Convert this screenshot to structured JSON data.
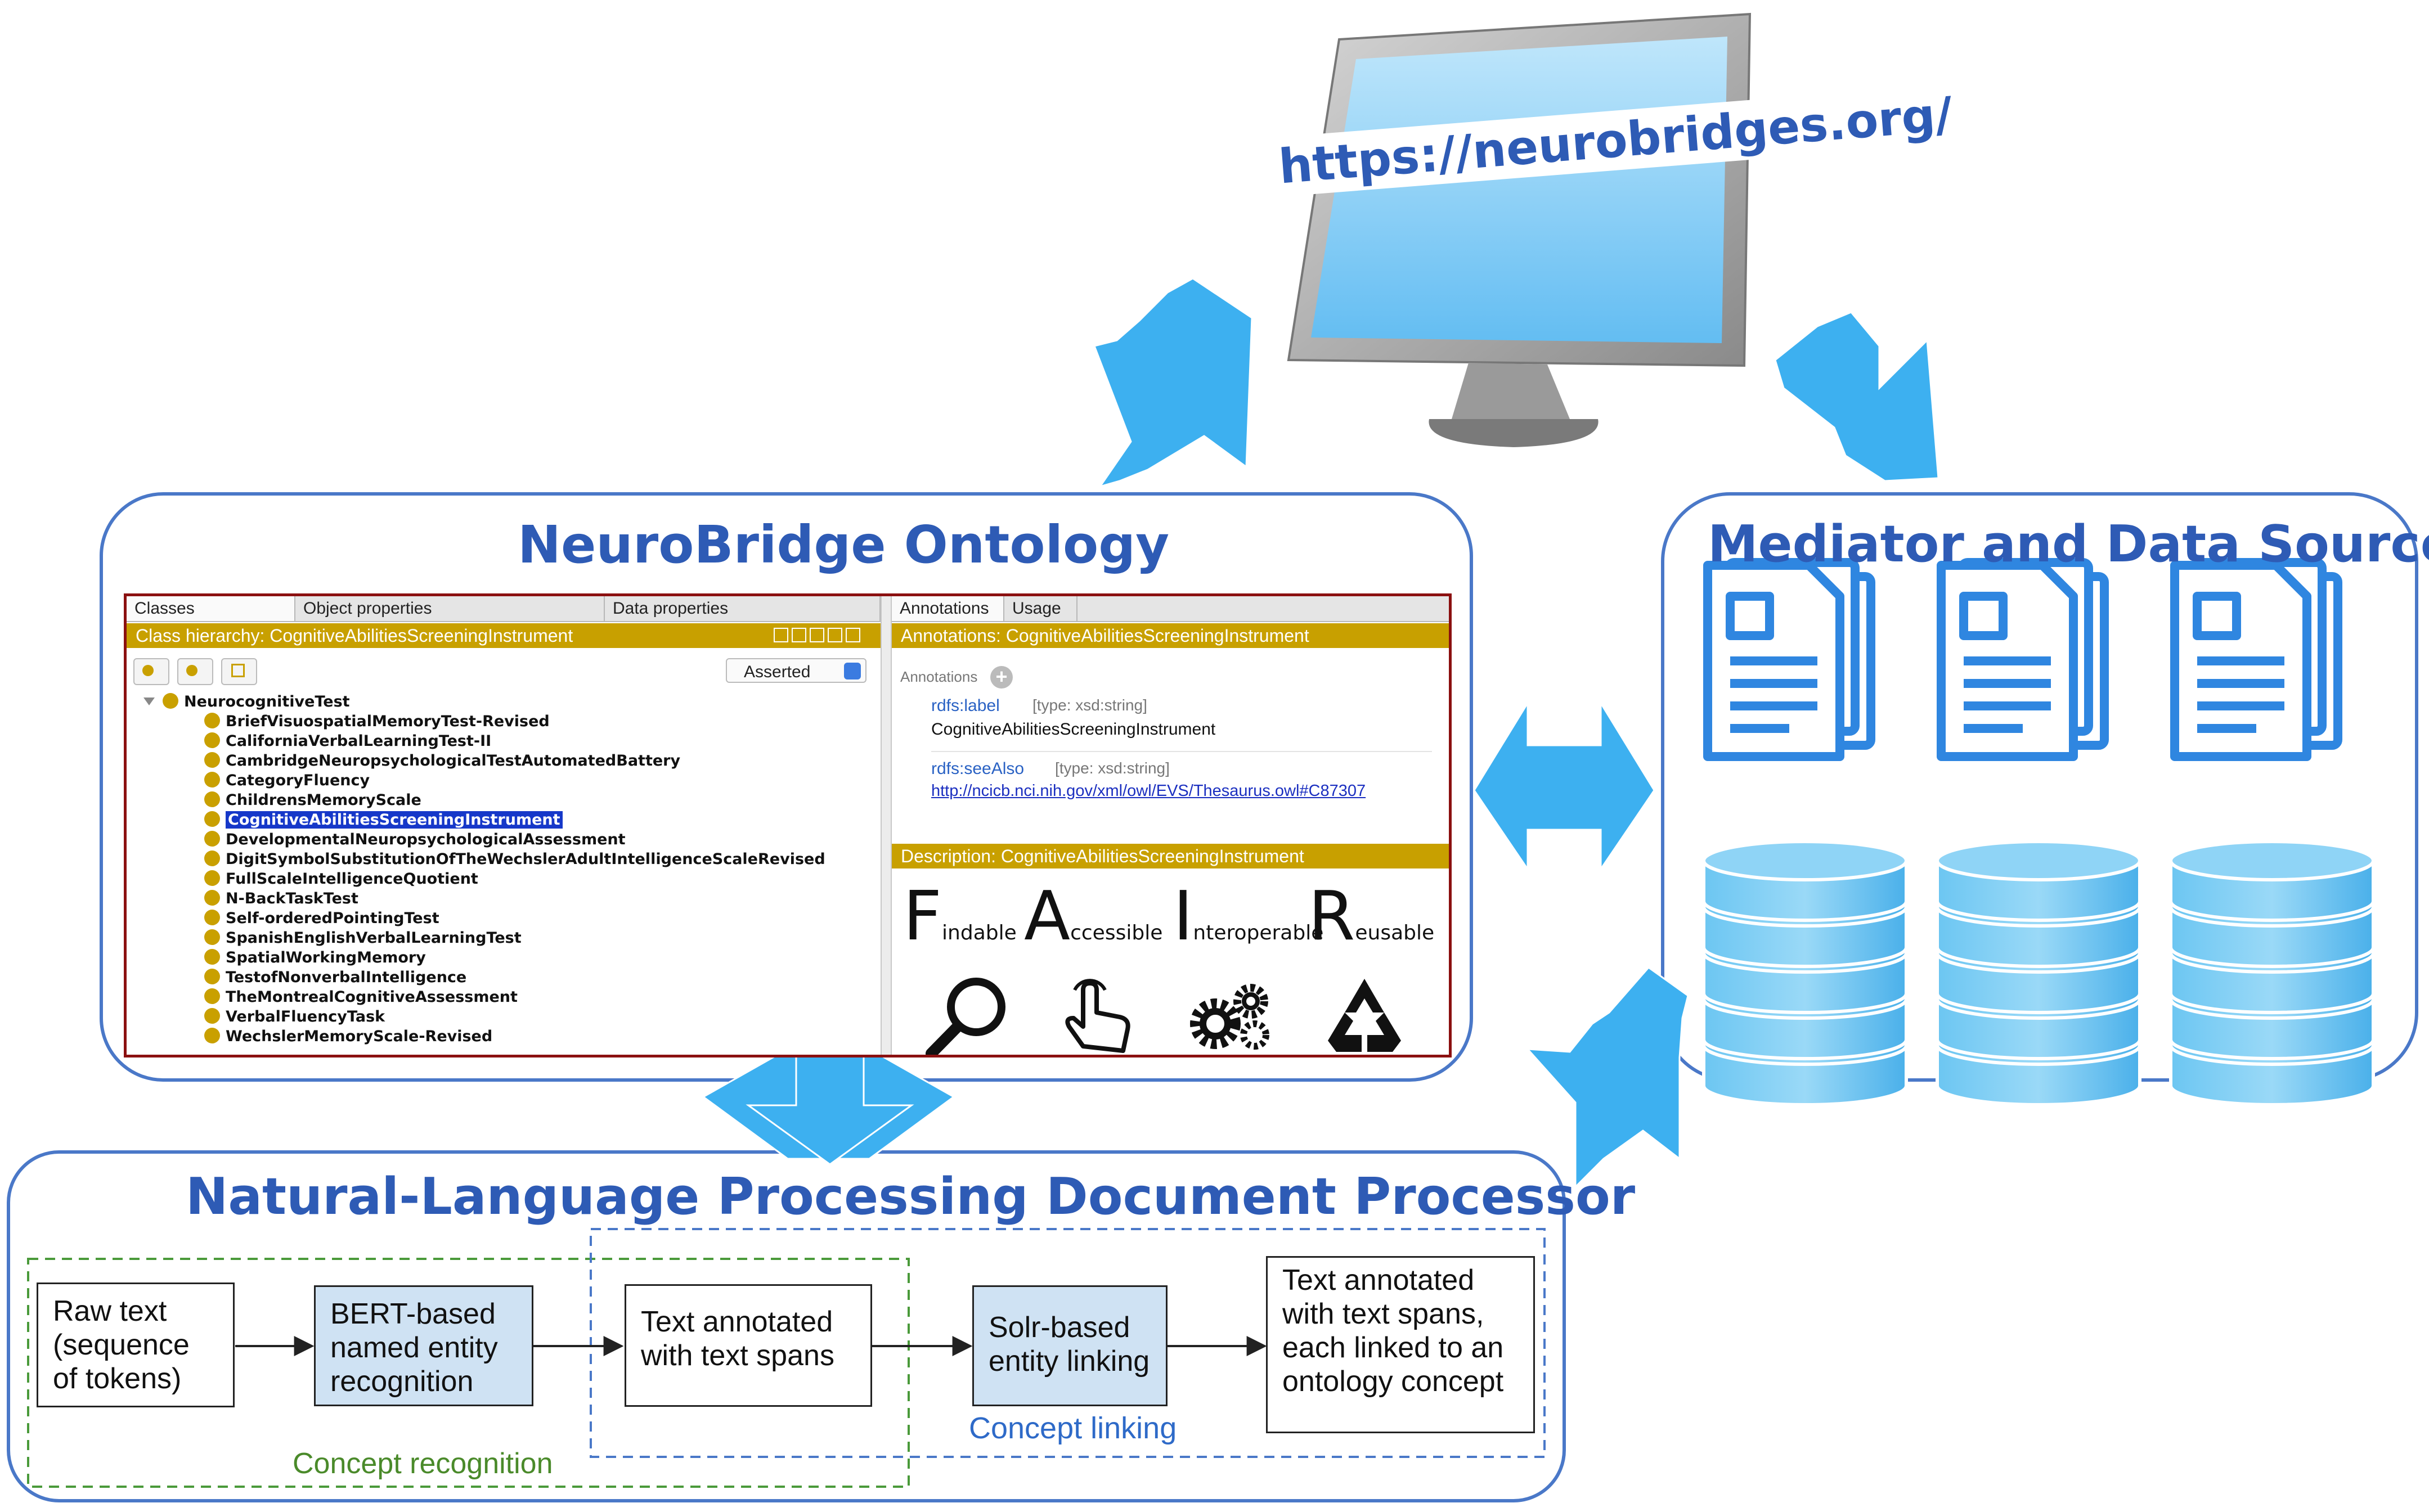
{
  "monitor": {
    "url": "https://neurobridges.org/"
  },
  "ontology": {
    "title": "NeuroBridge Ontology",
    "tabs": [
      "Classes",
      "Object properties",
      "Data properties"
    ],
    "right_tabs": [
      "Annotations",
      "Usage"
    ],
    "class_hierarchy_bar": "Class hierarchy: CognitiveAbilitiesScreeningInstrument",
    "annotations_bar": "Annotations: CognitiveAbilitiesScreeningInstrument",
    "description_bar": "Description: CognitiveAbilitiesScreeningInstrument",
    "asserted_label": "Asserted",
    "tree_root": "NeurocognitiveTest",
    "tree_items": [
      "BriefVisuospatialMemoryTest-Revised",
      "CaliforniaVerbalLearningTest-II",
      "CambridgeNeuropsychologicalTestAutomatedBattery",
      "CategoryFluency",
      "ChildrensMemoryScale",
      "CognitiveAbilitiesScreeningInstrument",
      "DevelopmentalNeuropsychologicalAssessment",
      "DigitSymbolSubstitutionOfTheWechslerAdultIntelligenceScaleRevised",
      "FullScaleIntelligenceQuotient",
      "N-BackTaskTest",
      "Self-orderedPointingTest",
      "SpanishEnglishVerbalLearningTest",
      "SpatialWorkingMemory",
      "TestofNonverbalIntelligence",
      "TheMontrealCognitiveAssessment",
      "VerbalFluencyTask",
      "WechslerMemoryScale-Revised"
    ],
    "selected_index": 5,
    "annotations_label": "Annotations",
    "rdfs_label_key": "rdfs:label",
    "rdfs_label_type": "[type: xsd:string]",
    "rdfs_label_value": "CognitiveAbilitiesScreeningInstrument",
    "rdfs_seealso_key": "rdfs:seeAlso",
    "rdfs_seealso_type": "[type: xsd:string]",
    "rdfs_seealso_value": "http://ncicb.nci.nih.gov/xml/owl/EVS/Thesaurus.owl#C87307",
    "fair": [
      {
        "letter": "F",
        "rest": "indable",
        "icon": "magnifier-icon"
      },
      {
        "letter": "A",
        "rest": "ccessible",
        "icon": "hand-pointer-icon"
      },
      {
        "letter": "I",
        "rest": "nteroperable",
        "icon": "gears-icon"
      },
      {
        "letter": "R",
        "rest": "eusable",
        "icon": "recycle-icon"
      }
    ]
  },
  "mediator": {
    "title": "Mediator and Data Sources"
  },
  "nlp": {
    "title": "Natural-Language Processing Document Processor",
    "boxes": [
      "Raw text\n(sequence\nof tokens)",
      "BERT-based\nnamed entity\nrecognition",
      "Text annotated\nwith text spans",
      "Solr-based\nentity linking",
      "Text annotated\nwith text spans,\neach linked to an\nontology concept"
    ],
    "concept_recognition": "Concept recognition",
    "concept_linking": "Concept linking"
  },
  "colors": {
    "title_blue": "#2e5bb5",
    "frame_blue": "#4a78c8",
    "arrow_blue": "#3db0f0",
    "doc_blue": "#2f86e0",
    "db_blue": "#55b8ec",
    "gold": "#c8a000",
    "dark_red": "#8b1010",
    "green_dash": "#4a9a3a"
  }
}
